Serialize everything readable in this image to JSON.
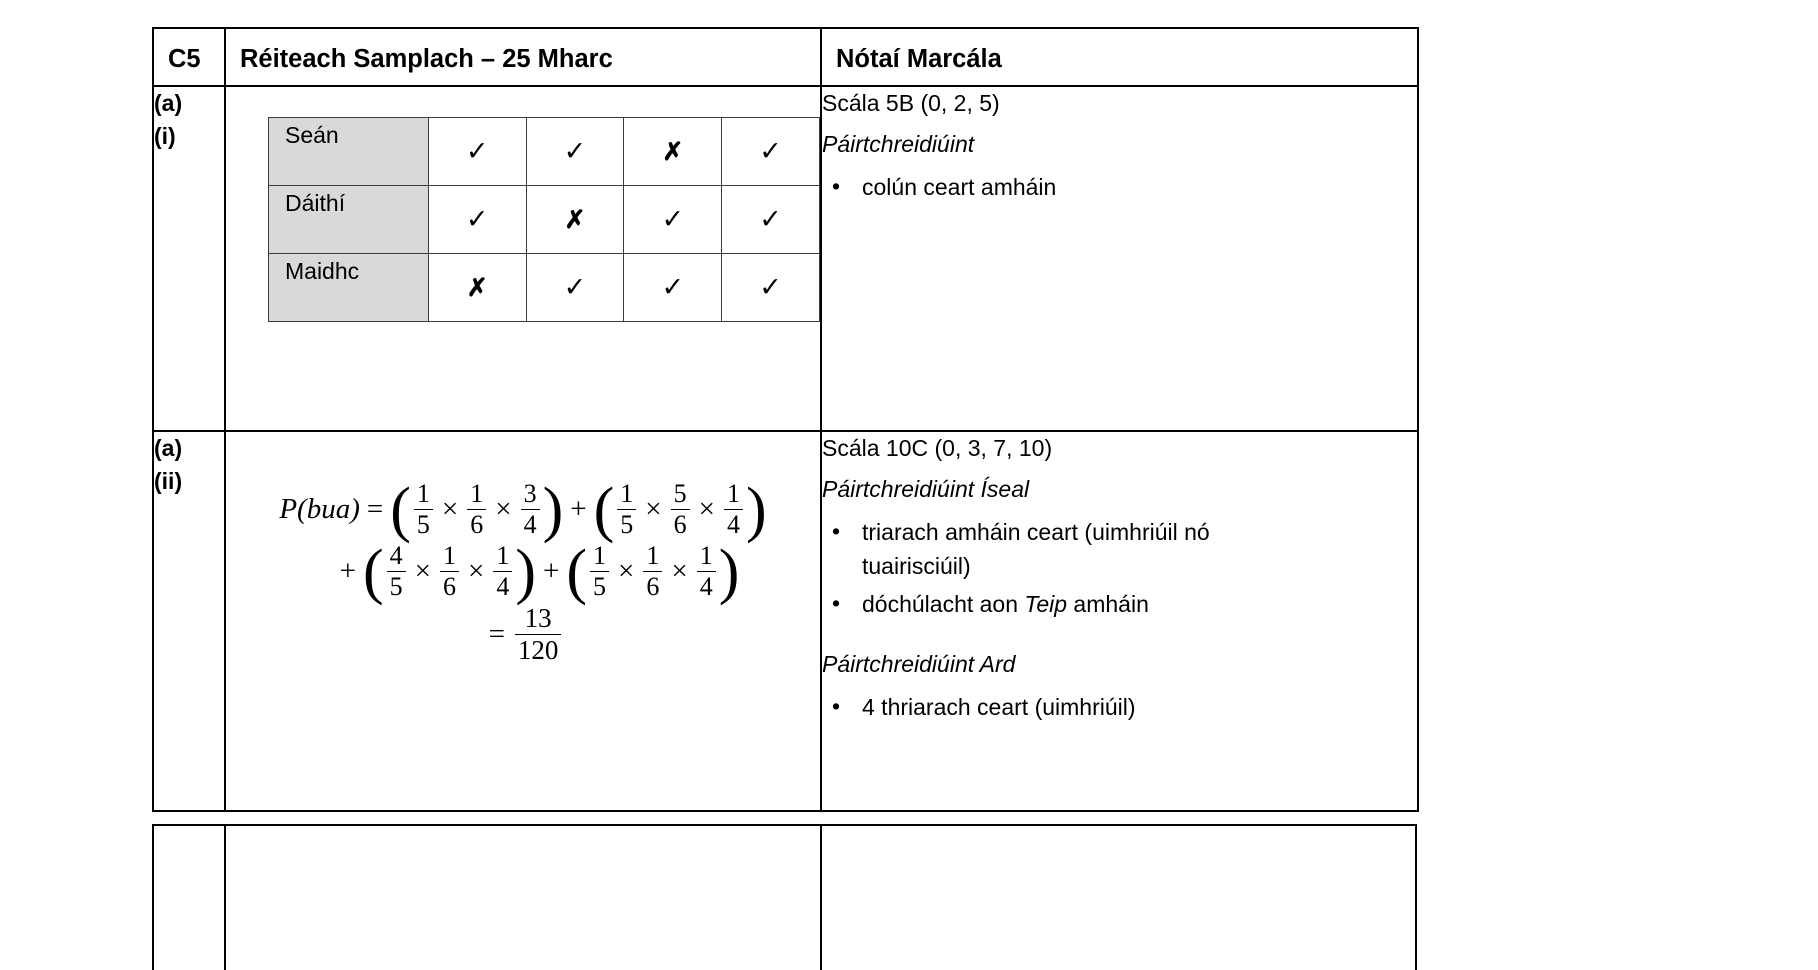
{
  "header": {
    "question_code": "C5",
    "solution_col": "Réiteach Samplach – 25 Mharc",
    "notes_col": "Nótaí Marcála"
  },
  "rows": [
    {
      "id": "a-i",
      "q_part": "(a)",
      "q_sub": "(i)",
      "solution_type": "tick-grid",
      "grid": {
        "rows": [
          {
            "name": "Seán",
            "marks": [
              "tick",
              "tick",
              "cross",
              "tick"
            ]
          },
          {
            "name": "Dáithí",
            "marks": [
              "tick",
              "cross",
              "tick",
              "tick"
            ]
          },
          {
            "name": "Maidhc",
            "marks": [
              "cross",
              "tick",
              "tick",
              "tick"
            ]
          }
        ],
        "tick_glyph": "✓",
        "cross_glyph": "✗"
      },
      "notes": {
        "scale": "Scála 5B (0, 2, 5)",
        "partial_heading": "Páirtchreidiúint",
        "bullets": [
          "colún ceart amháin"
        ]
      }
    },
    {
      "id": "a-ii",
      "q_part": "(a)",
      "q_sub": "(ii)",
      "solution_type": "math",
      "math": {
        "lhs": "P(bua)",
        "equals": "=",
        "line1_terms": [
          {
            "fractions": [
              [
                "1",
                "5"
              ],
              [
                "1",
                "6"
              ],
              [
                "3",
                "4"
              ]
            ]
          },
          {
            "fractions": [
              [
                "1",
                "5"
              ],
              [
                "5",
                "6"
              ],
              [
                "1",
                "4"
              ]
            ]
          }
        ],
        "line2_terms": [
          {
            "fractions": [
              [
                "4",
                "5"
              ],
              [
                "1",
                "6"
              ],
              [
                "1",
                "4"
              ]
            ]
          },
          {
            "fractions": [
              [
                "1",
                "5"
              ],
              [
                "1",
                "6"
              ],
              [
                "1",
                "4"
              ]
            ]
          }
        ],
        "result_num": "13",
        "result_den": "120",
        "times_symbol": "×",
        "plus_symbol": "+"
      },
      "notes": {
        "scale": "Scála 10C (0, 3, 7, 10)",
        "low_heading": "Páirtchreidiúint Íseal",
        "low_bullets": [
          {
            "text_before": "triarach amháin ceart (uimhriúil nó",
            "second_line": "tuairisciúil)"
          },
          {
            "text_before": "dóchúlacht aon ",
            "italic": "Teip",
            "text_after": " amháin"
          }
        ],
        "high_heading": "Páirtchreidiúint Ard",
        "high_bullets": [
          "4 thriarach ceart (uimhriúil)"
        ]
      }
    }
  ],
  "colors": {
    "grid_name_fill": "#d9d9d9",
    "border": "#000000",
    "text": "#000000"
  }
}
